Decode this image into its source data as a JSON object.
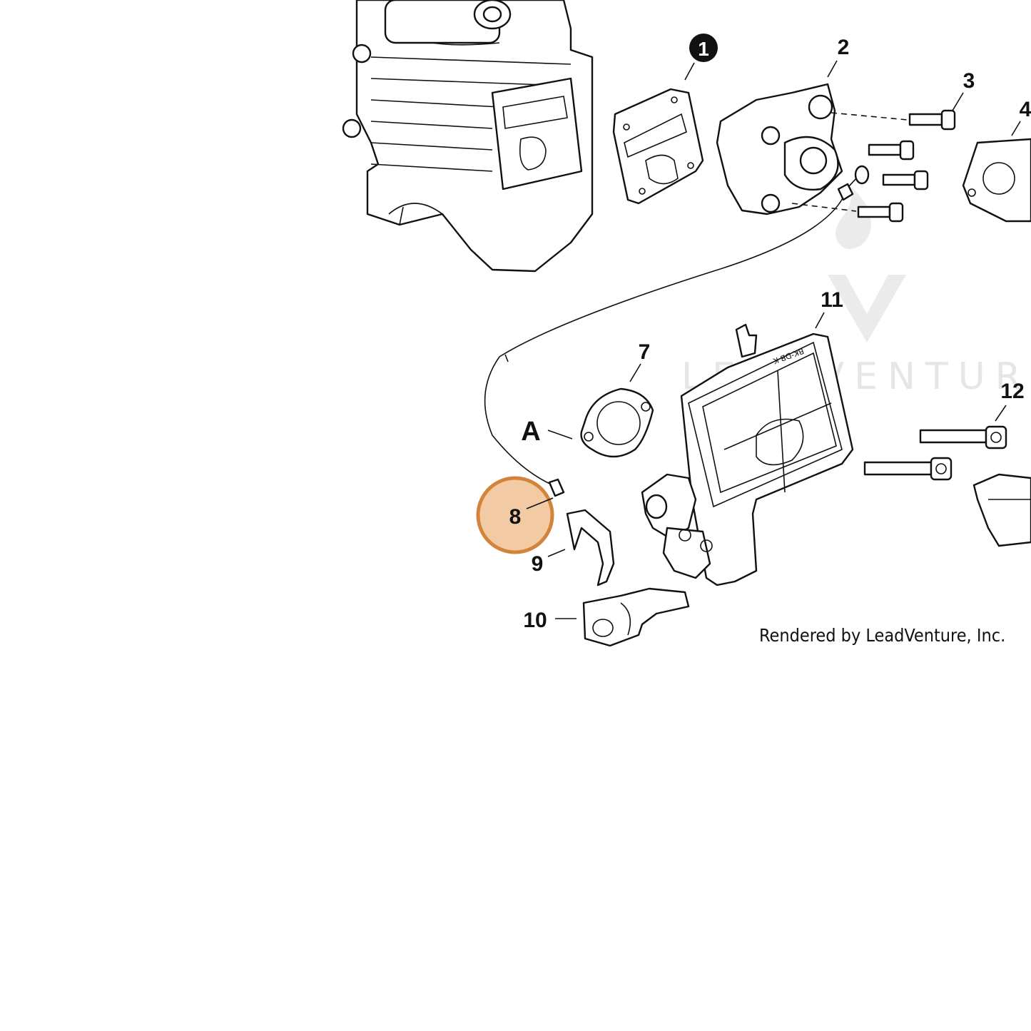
{
  "callouts": {
    "c1": "1",
    "c2": "2",
    "c3": "3",
    "c4": "4",
    "c7": "7",
    "c8": "8",
    "c9": "9",
    "c10": "10",
    "c11": "11",
    "c12": "12",
    "cA": "A"
  },
  "credit": "Rendered by LeadVenture, Inc.",
  "watermark": "LEADVENTURE",
  "colors": {
    "highlight_fill": "#f2cba5",
    "highlight_ring": "#d4843a",
    "watermark": "#e6e6e6",
    "line": "#111111"
  }
}
